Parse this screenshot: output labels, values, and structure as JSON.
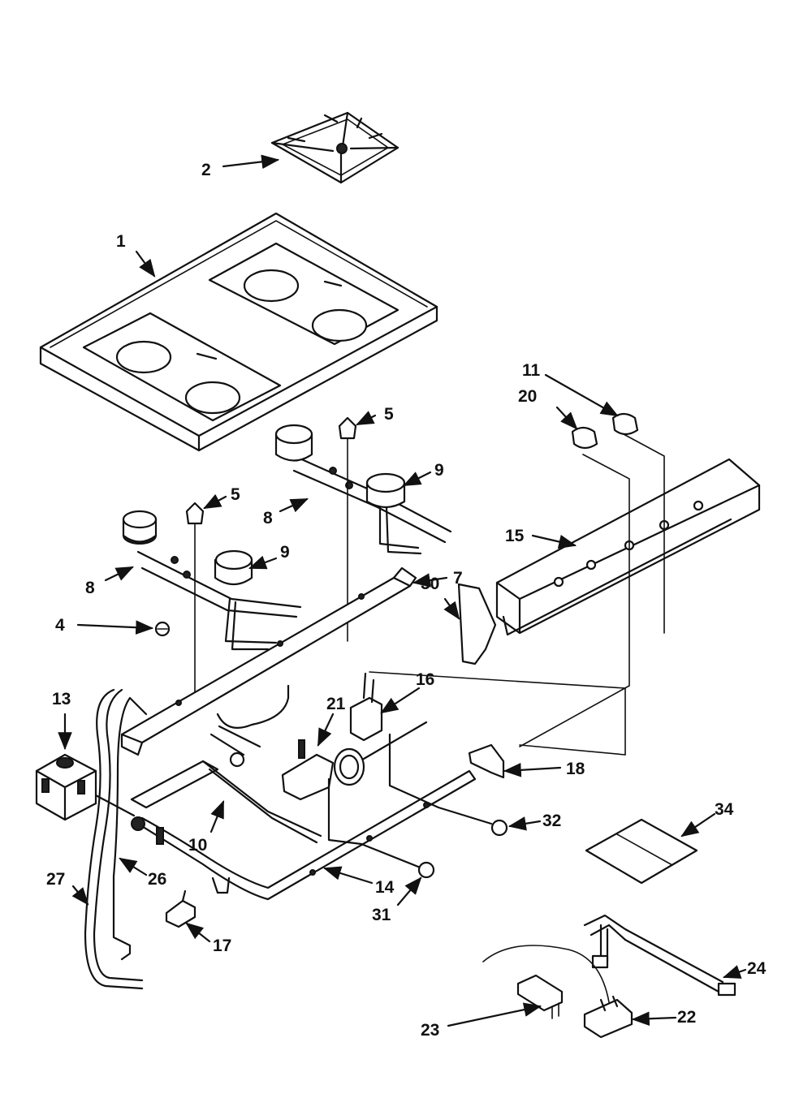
{
  "diagram": {
    "callouts": [
      {
        "id": "c1",
        "label": "1"
      },
      {
        "id": "c2",
        "label": "2"
      },
      {
        "id": "c4",
        "label": "4"
      },
      {
        "id": "c5a",
        "label": "5"
      },
      {
        "id": "c5b",
        "label": "5"
      },
      {
        "id": "c7",
        "label": "7"
      },
      {
        "id": "c8a",
        "label": "8"
      },
      {
        "id": "c8b",
        "label": "8"
      },
      {
        "id": "c9a",
        "label": "9"
      },
      {
        "id": "c9b",
        "label": "9"
      },
      {
        "id": "c10",
        "label": "10"
      },
      {
        "id": "c11",
        "label": "11"
      },
      {
        "id": "c13",
        "label": "13"
      },
      {
        "id": "c14",
        "label": "14"
      },
      {
        "id": "c15",
        "label": "15"
      },
      {
        "id": "c16",
        "label": "16"
      },
      {
        "id": "c17",
        "label": "17"
      },
      {
        "id": "c18",
        "label": "18"
      },
      {
        "id": "c20",
        "label": "20"
      },
      {
        "id": "c21",
        "label": "21"
      },
      {
        "id": "c22",
        "label": "22"
      },
      {
        "id": "c23",
        "label": "23"
      },
      {
        "id": "c24",
        "label": "24"
      },
      {
        "id": "c26",
        "label": "26"
      },
      {
        "id": "c27",
        "label": "27"
      },
      {
        "id": "c30",
        "label": "30"
      },
      {
        "id": "c31",
        "label": "31"
      },
      {
        "id": "c32",
        "label": "32"
      },
      {
        "id": "c34",
        "label": "34"
      }
    ]
  }
}
